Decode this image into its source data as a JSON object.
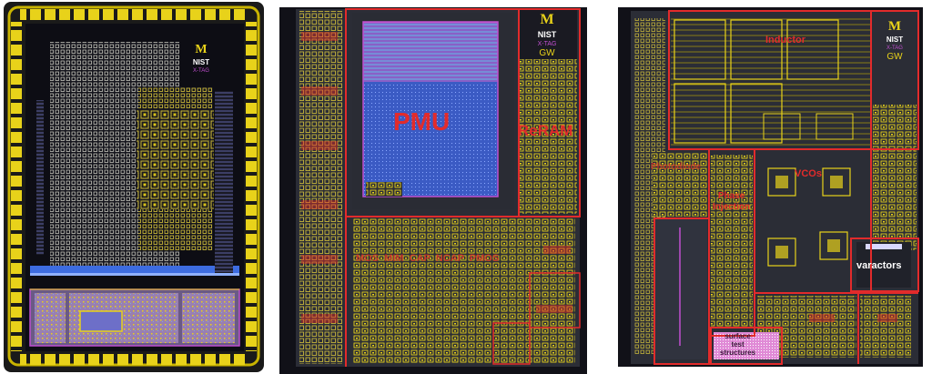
{
  "panels": {
    "left": {
      "logo": {
        "univ": "M",
        "inst": "NIST",
        "tag": "X-TAG"
      }
    },
    "middle": {
      "labels": {
        "pmu": "PMU",
        "reram": "ReRAM",
        "mos": "MOS  MIM  CAP  NCAP  PMOS"
      },
      "logo": {
        "univ": "M",
        "inst": "NIST",
        "tag": "X-TAG",
        "mark": "GW"
      }
    },
    "right": {
      "labels": {
        "inductor": "Inductor",
        "vcos": "VCOs",
        "photodiode": "Photodiode",
        "phase_injection": "Phase\nInjection",
        "varactors": "varactors",
        "surface": "surface\ntest\nstructures"
      },
      "logo": {
        "univ": "M",
        "inst": "NIST",
        "tag": "X-TAG",
        "mark": "GW"
      }
    }
  },
  "colors": {
    "background": "#ffffff",
    "die": "#0d0d14",
    "pad": "#e8d21a",
    "pad_ring": "#c9b400",
    "metal_blue": "#3d6ce0",
    "metal_magenta": "#c04fd0",
    "grid_yellow": "#d8c53a",
    "grid_white": "#cfcfcf",
    "red_label": "#e22b2b",
    "die_gray": "#2b2d36"
  }
}
